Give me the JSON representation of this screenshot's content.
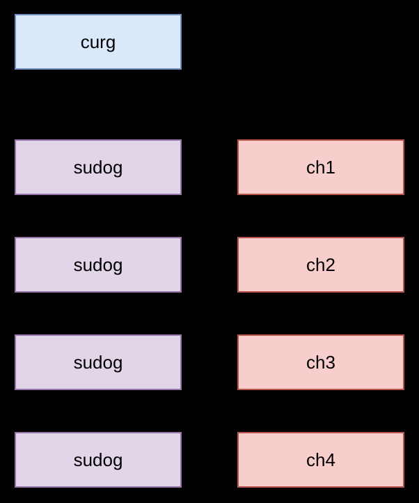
{
  "diagram": {
    "background_color": "#000000",
    "text_color": "#000000",
    "palette": {
      "blue_fill": "#dae8fc",
      "blue_stroke": "#6c8ebf",
      "purple_fill": "#e1d5e7",
      "purple_stroke": "#9673a6",
      "pink_fill": "#f8cecc",
      "pink_stroke": "#b85450"
    },
    "nodes": [
      {
        "label": "curg",
        "color_role": "blue"
      },
      {
        "label": "sudog",
        "color_role": "purple"
      },
      {
        "label": "sudog",
        "color_role": "purple"
      },
      {
        "label": "sudog",
        "color_role": "purple"
      },
      {
        "label": "sudog",
        "color_role": "purple"
      },
      {
        "label": "ch1",
        "color_role": "pink"
      },
      {
        "label": "ch2",
        "color_role": "pink"
      },
      {
        "label": "ch3",
        "color_role": "pink"
      },
      {
        "label": "ch4",
        "color_role": "pink"
      }
    ]
  }
}
